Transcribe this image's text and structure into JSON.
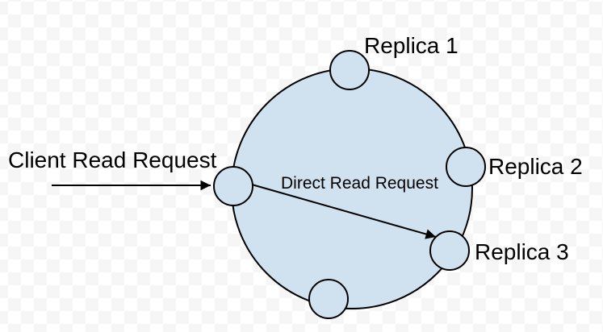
{
  "diagram": {
    "background": {
      "checker_light": "#ffffff",
      "checker_dark": "#f6f6f6"
    },
    "ring": {
      "fill": "#d0e1f0",
      "stroke": "#000000"
    },
    "node_style": {
      "fill": "#d0e1f0",
      "stroke": "#000000"
    },
    "nodes": [
      {
        "id": "replica-1",
        "label": "Replica 1"
      },
      {
        "id": "replica-2",
        "label": "Replica 2"
      },
      {
        "id": "replica-3",
        "label": "Replica 3"
      },
      {
        "id": "entry-node",
        "label": ""
      },
      {
        "id": "bottom-node",
        "label": ""
      }
    ],
    "arrows": {
      "client_read": {
        "label": "Client Read Request",
        "color": "#000000"
      },
      "direct_read": {
        "label": "Direct Read Request",
        "color": "#000000"
      }
    }
  }
}
